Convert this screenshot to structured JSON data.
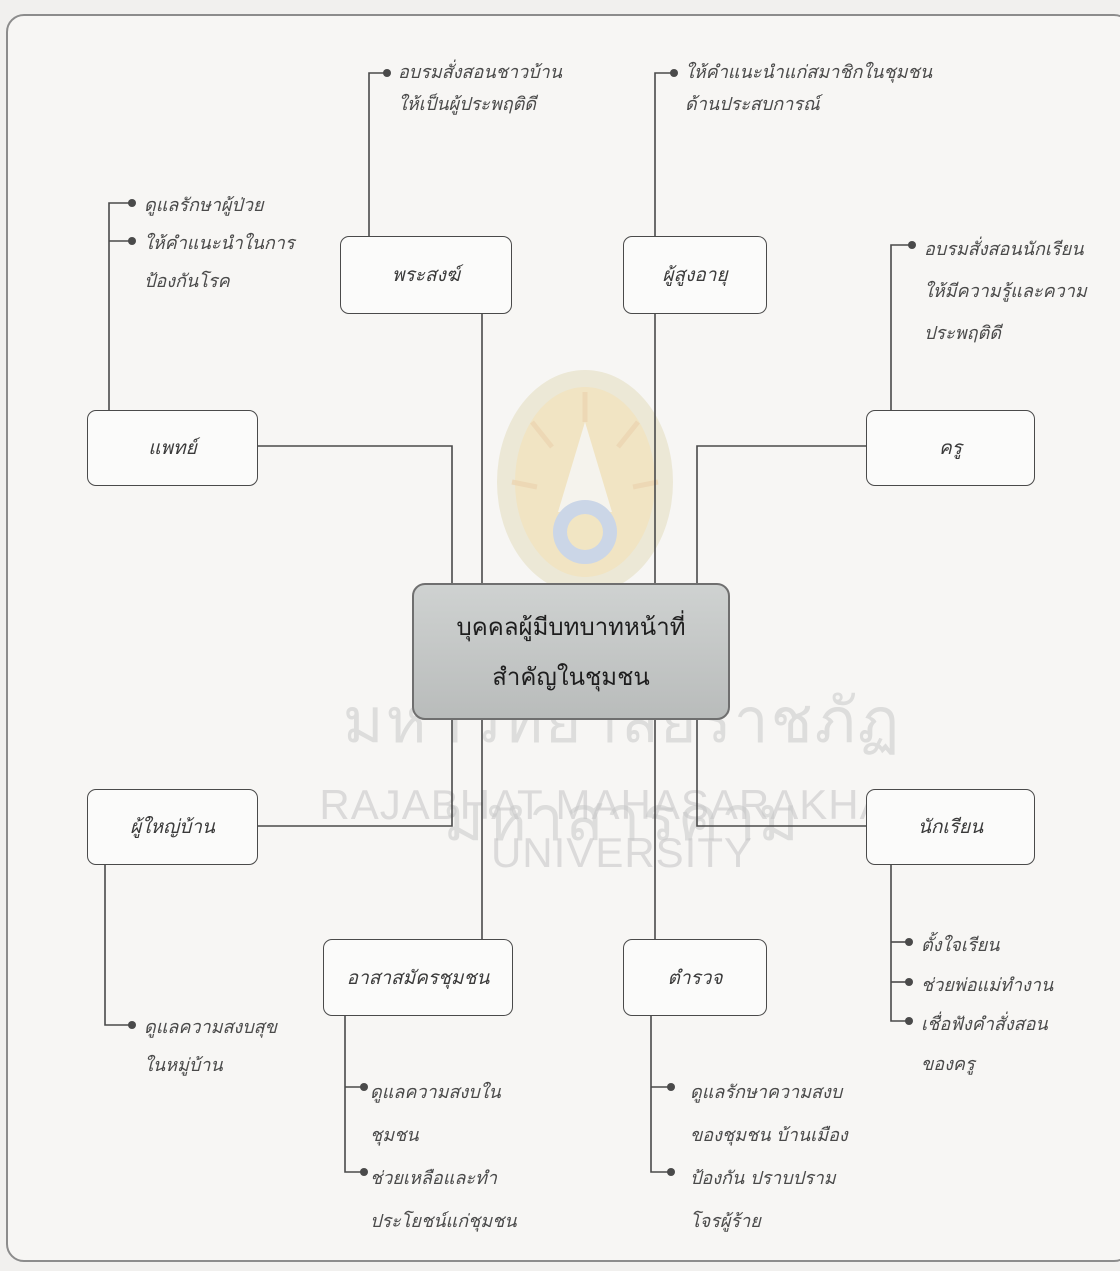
{
  "center": {
    "line1": "บุคคลผู้มีบทบาทหน้าที่",
    "line2": "สำคัญในชุมชน"
  },
  "watermark": {
    "thai": "มหาวิทยาลัยราชภัฏมหาสารคาม",
    "english": "RAJABHAT MAHASARAKHAM UNIVERSITY"
  },
  "nodes": {
    "monk": "พระสงฆ์",
    "elder": "ผู้สูงอายุ",
    "doctor": "แพทย์",
    "teacher": "ครู",
    "headman": "ผู้ใหญ่บ้าน",
    "student": "นักเรียน",
    "volunteer": "อาสาสมัครชุมชน",
    "police": "ตำรวจ"
  },
  "notes": {
    "monk": [
      "อบรมสั่งสอนชาวบ้าน",
      "ให้เป็นผู้ประพฤติดี"
    ],
    "elder": [
      "ให้คำแนะนำแก่สมาชิกในชุมชน",
      "ด้านประสบการณ์"
    ],
    "doctor": [
      "ดูแลรักษาผู้ป่วย",
      "ให้คำแนะนำในการ",
      "ป้องกันโรค"
    ],
    "teacher": [
      "อบรมสั่งสอนนักเรียน",
      "ให้มีความรู้และความ",
      "ประพฤติดี"
    ],
    "headman": [
      "ดูแลความสงบสุข",
      "ในหมู่บ้าน"
    ],
    "student": [
      "ตั้งใจเรียน",
      "ช่วยพ่อแม่ทำงาน",
      "เชื่อฟังคำสั่งสอน",
      "ของครู"
    ],
    "volunteer": [
      "ดูแลความสงบใน",
      "ชุมชน",
      "ช่วยเหลือและทำ",
      "ประโยชน์แก่ชุมชน"
    ],
    "police": [
      "ดูแลรักษาความสงบ",
      "ของชุมชน บ้านเมือง",
      "ป้องกัน ปราบปราม",
      "โจรผู้ร้าย"
    ]
  },
  "colors": {
    "line": "#4a4a4a",
    "center_fill": "#c4c7c6",
    "watermark": "#c9c9c9"
  }
}
